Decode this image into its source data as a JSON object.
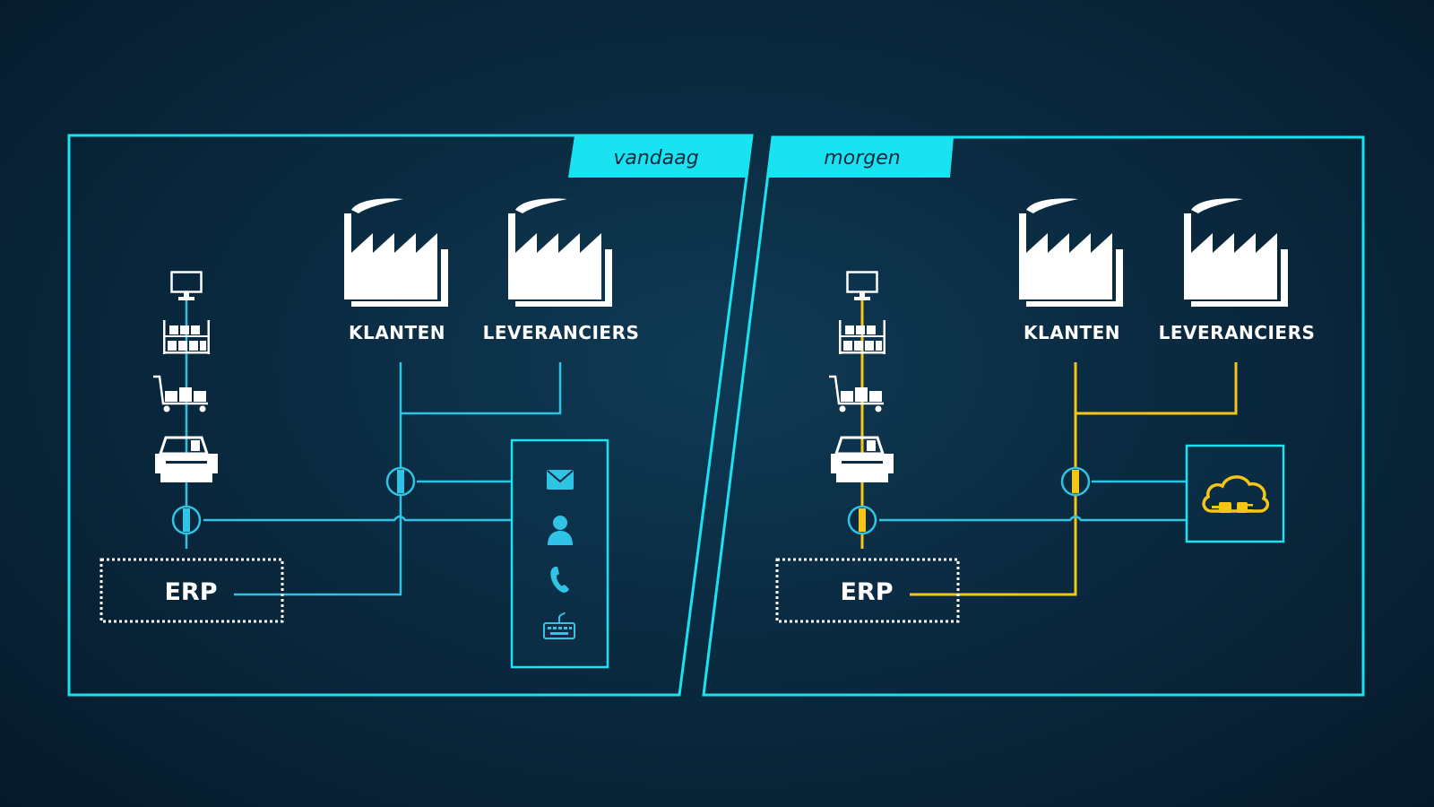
{
  "panels": {
    "left": {
      "tab_label": "vandaag",
      "customers_label": "KLANTEN",
      "suppliers_label": "LEVERANCIERS",
      "erp_label": "ERP",
      "channel_icons": [
        "envelope-icon",
        "person-icon",
        "phone-icon",
        "keyboard-icon"
      ],
      "line_color": "#2fc4e6"
    },
    "right": {
      "tab_label": "morgen",
      "customers_label": "KLANTEN",
      "suppliers_label": "LEVERANCIERS",
      "erp_label": "ERP",
      "hub_icon": "cloud-plug-icon",
      "line_color": "#f5c518"
    }
  },
  "colors": {
    "frame": "#19e3f0",
    "tab_fill": "#19e3f0",
    "connection_today": "#2fc4e6",
    "connection_tomorrow": "#f5c518",
    "icon_white": "#ffffff"
  },
  "process_icons": [
    "monitor-icon",
    "warehouse-shelf-icon",
    "trolley-icon",
    "printer-icon"
  ]
}
